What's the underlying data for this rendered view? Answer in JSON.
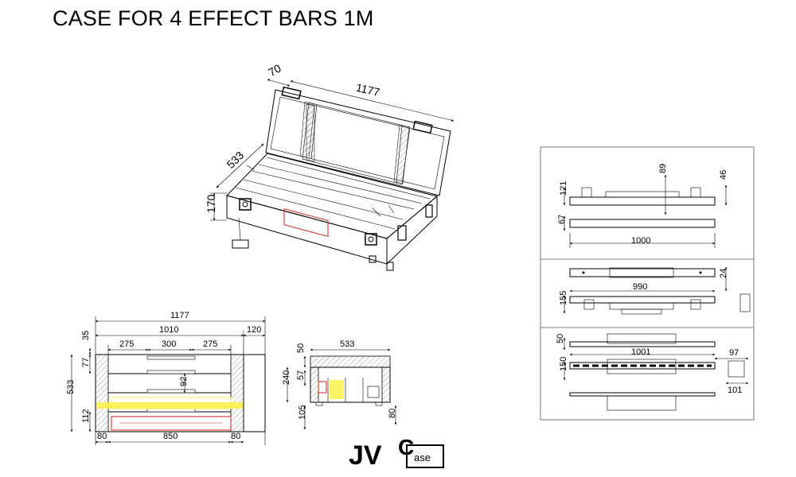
{
  "title": "CASE FOR 4 EFFECT BARS 1M",
  "colors": {
    "yellow": "#f7f24b",
    "red": "#d21e1e",
    "gray": "#8c8c8c"
  },
  "iso_view": {
    "d_70": "70",
    "d_1177": "1177",
    "d_533": "533",
    "d_170": "170"
  },
  "top_view": {
    "d_1177": "1177",
    "d_1010": "1010",
    "d_120": "120",
    "d_35": "35",
    "d_275a": "275",
    "d_300": "300",
    "d_275b": "275",
    "d_77": "77",
    "d_533": "533",
    "d_92": "92",
    "d_112": "112",
    "d_80a": "80",
    "d_850": "850",
    "d_80b": "80"
  },
  "side_view": {
    "d_533": "533",
    "d_50": "50",
    "d_240": "240",
    "d_57": "57",
    "d_105": "105",
    "d_80": "80"
  },
  "panel1": {
    "d_89": "89",
    "d_46": "46",
    "d_121": "121",
    "d_67": "67",
    "d_1000": "1000"
  },
  "panel2": {
    "d_990": "990",
    "d_24": "24",
    "d_155": "155"
  },
  "panel3": {
    "d_50": "50",
    "d_1001": "1001",
    "d_97": "97",
    "d_150": "150",
    "d_101": "101"
  },
  "logo": {
    "letters": "JV",
    "c_letter": "C",
    "suffix": "ase"
  }
}
